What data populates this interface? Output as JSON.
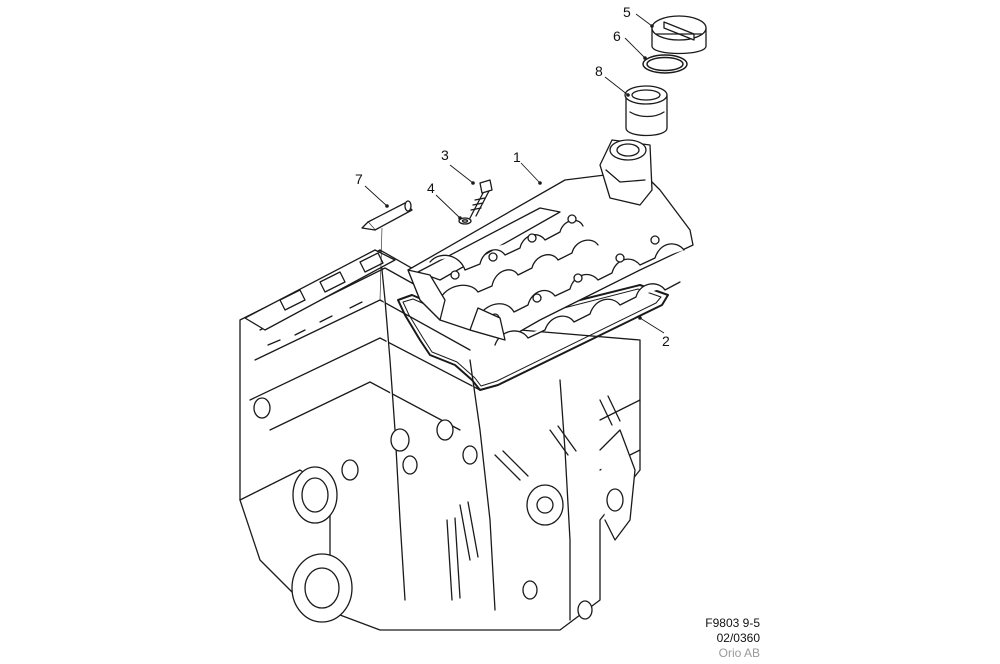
{
  "diagram": {
    "callouts": [
      "1",
      "2",
      "3",
      "4",
      "5",
      "6",
      "7",
      "8"
    ],
    "footer": {
      "code": "F9803 9-5",
      "date": "02/0360",
      "brand": "Orio AB"
    },
    "colors": {
      "line": "#1a1a1a",
      "fill": "#ffffff",
      "muted": "#9a9a9a"
    }
  }
}
